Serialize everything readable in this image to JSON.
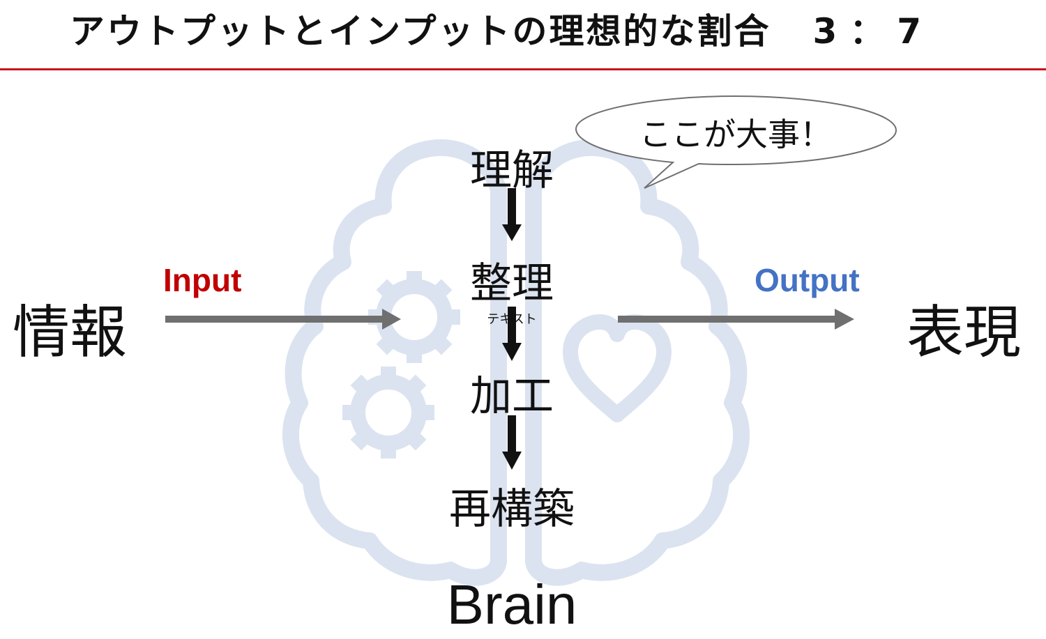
{
  "title": {
    "text": "アウトプットとインプットの理想的な割合",
    "ratio": "3：7"
  },
  "left_label": "情報",
  "right_label": "表現",
  "input_label": "Input",
  "output_label": "Output",
  "steps": [
    "理解",
    "整理",
    "加工",
    "再構築"
  ],
  "small_text": "テキスト",
  "brain_label": "Brain",
  "bubble_text": "ここが大事！",
  "colors": {
    "accent_rule": "#c8111a",
    "input": "#c00000",
    "output": "#4472c4",
    "brain_outline": "#dbe3f0",
    "arrow_gray": "#6f6f6f"
  },
  "icons": [
    "brain-outline-icon",
    "gear-icon",
    "heart-icon"
  ]
}
